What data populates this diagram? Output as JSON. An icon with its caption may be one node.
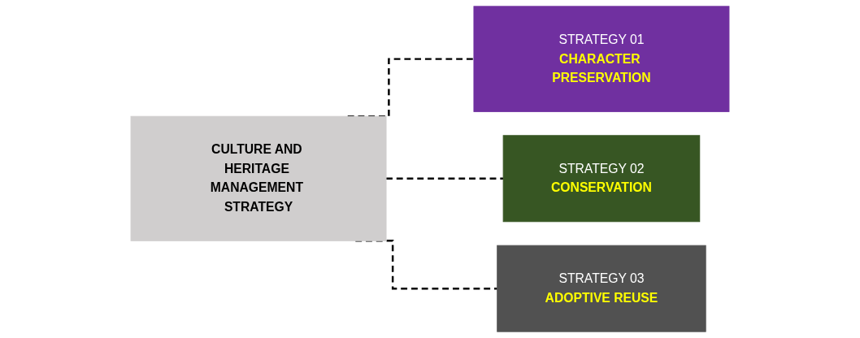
{
  "diagram": {
    "nodes": [
      {
        "text": [
          "CULTURE AND HERITAGE MANAGEMENT STRATEGY"
        ]
      },
      {
        "text": [
          "STRATEGY 01",
          "CHARACTER PRESERVATION"
        ]
      },
      {
        "text": [
          "STRATEGY 02",
          "CONSERVATION"
        ]
      },
      {
        "text": [
          "STRATEGY 03",
          "ADOPTIVE REUSE"
        ]
      }
    ],
    "edges": [
      {
        "from": 0,
        "to": 1,
        "arrow": "none",
        "style": "dashed"
      },
      {
        "from": 0,
        "to": 2,
        "arrow": "none",
        "style": "dashed"
      },
      {
        "from": 0,
        "to": 3,
        "arrow": "none",
        "style": "dashed"
      }
    ]
  }
}
